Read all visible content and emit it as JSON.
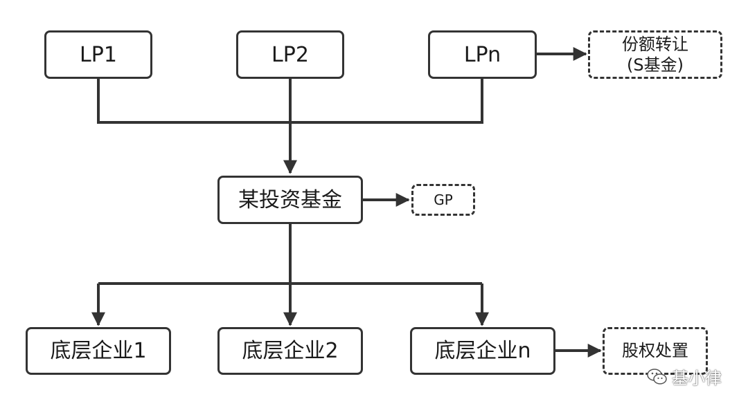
{
  "nodes": {
    "lp1": "LP1",
    "lp2": "LP2",
    "lpn": "LPn",
    "share_transfer_line1": "份额转让",
    "share_transfer_line2": "(S基金)",
    "fund": "某投资基金",
    "gp": "GP",
    "company1": "底层企业1",
    "company2": "底层企业2",
    "companyn": "底层企业n",
    "equity_disposal": "股权处置"
  },
  "watermark": {
    "text": "基小律",
    "icon": "wechat-icon"
  },
  "colors": {
    "stroke": "#333333",
    "background": "#ffffff"
  }
}
